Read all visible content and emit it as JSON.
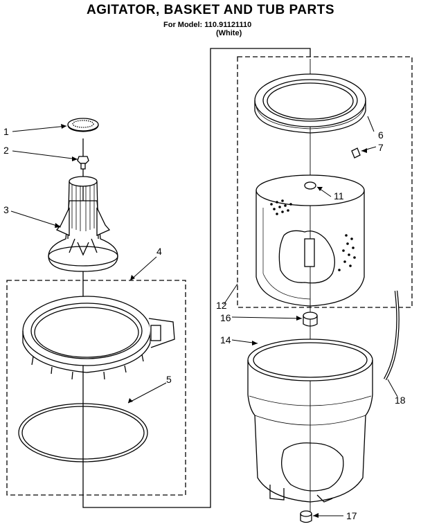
{
  "header": {
    "title": "AGITATOR, BASKET AND TUB PARTS",
    "model_line": "For Model: 110.91121110",
    "color_line": "(White)"
  },
  "callouts": [
    {
      "id": "1",
      "part": "agitator-cap"
    },
    {
      "id": "2",
      "part": "agitator-bolt"
    },
    {
      "id": "3",
      "part": "agitator"
    },
    {
      "id": "4",
      "part": "tub-ring-assembly"
    },
    {
      "id": "5",
      "part": "tub-ring-gasket"
    },
    {
      "id": "6",
      "part": "balance-ring"
    },
    {
      "id": "7",
      "part": "clip"
    },
    {
      "id": "11",
      "part": "drive-block"
    },
    {
      "id": "12",
      "part": "basket-assembly"
    },
    {
      "id": "14",
      "part": "outer-tub"
    },
    {
      "id": "16",
      "part": "spanner-nut"
    },
    {
      "id": "17",
      "part": "tub-seal"
    },
    {
      "id": "18",
      "part": "hose"
    }
  ]
}
